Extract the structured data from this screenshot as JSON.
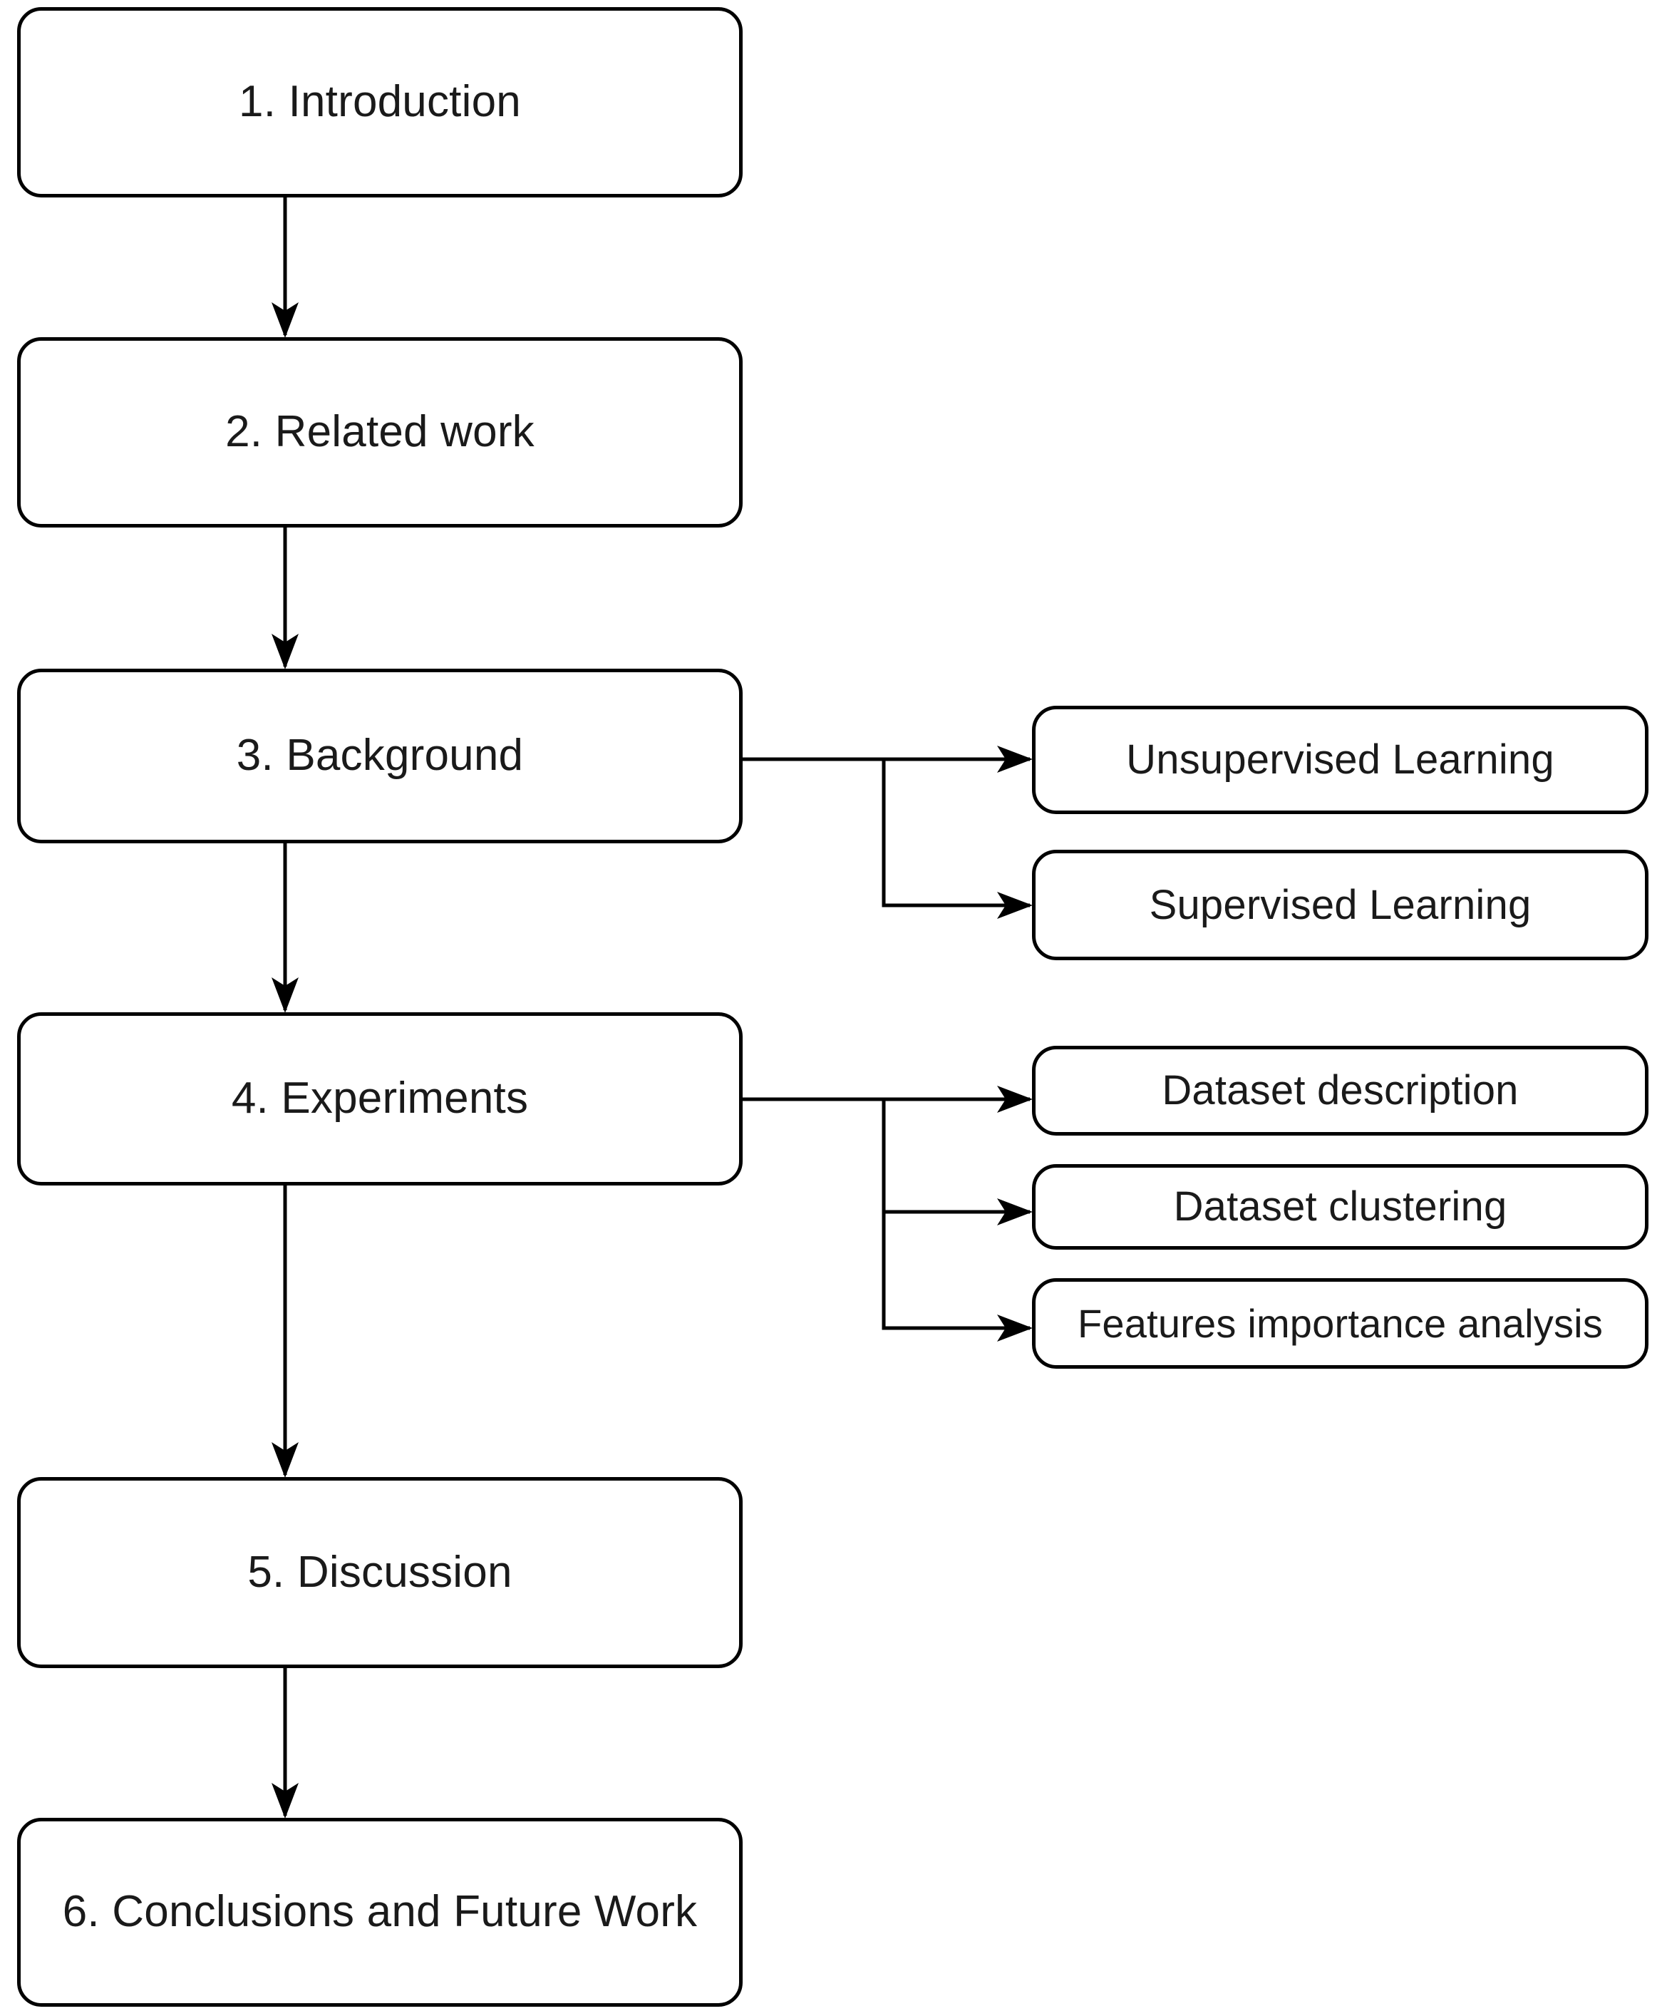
{
  "diagram": {
    "title": "Paper structure flowchart",
    "background_color": "#ffffff",
    "line_color": "#000000",
    "text_color": "#1a1a1a",
    "main_nodes": [
      {
        "id": "introduction",
        "label": "1. Introduction"
      },
      {
        "id": "related-work",
        "label": "2. Related work"
      },
      {
        "id": "background",
        "label": "3. Background"
      },
      {
        "id": "experiments",
        "label": "4. Experiments"
      },
      {
        "id": "discussion",
        "label": "5. Discussion"
      },
      {
        "id": "conclusions",
        "label": "6. Conclusions and Future Work"
      }
    ],
    "background_children": [
      {
        "id": "unsupervised-learning",
        "label": "Unsupervised Learning"
      },
      {
        "id": "supervised-learning",
        "label": "Supervised Learning"
      }
    ],
    "experiments_children": [
      {
        "id": "dataset-description",
        "label": "Dataset description"
      },
      {
        "id": "dataset-clustering",
        "label": "Dataset clustering"
      },
      {
        "id": "features-importance",
        "label": "Features importance analysis"
      }
    ],
    "edges": [
      {
        "from": "introduction",
        "to": "related-work",
        "style": "vertical-arrow"
      },
      {
        "from": "related-work",
        "to": "background",
        "style": "vertical-arrow"
      },
      {
        "from": "background",
        "to": "experiments",
        "style": "vertical-arrow"
      },
      {
        "from": "experiments",
        "to": "discussion",
        "style": "vertical-arrow"
      },
      {
        "from": "discussion",
        "to": "conclusions",
        "style": "vertical-arrow"
      },
      {
        "from": "background",
        "to": "unsupervised-learning",
        "style": "elbow-arrow"
      },
      {
        "from": "background",
        "to": "supervised-learning",
        "style": "elbow-arrow"
      },
      {
        "from": "experiments",
        "to": "dataset-description",
        "style": "elbow-arrow"
      },
      {
        "from": "experiments",
        "to": "dataset-clustering",
        "style": "elbow-arrow"
      },
      {
        "from": "experiments",
        "to": "features-importance",
        "style": "elbow-arrow"
      }
    ]
  }
}
